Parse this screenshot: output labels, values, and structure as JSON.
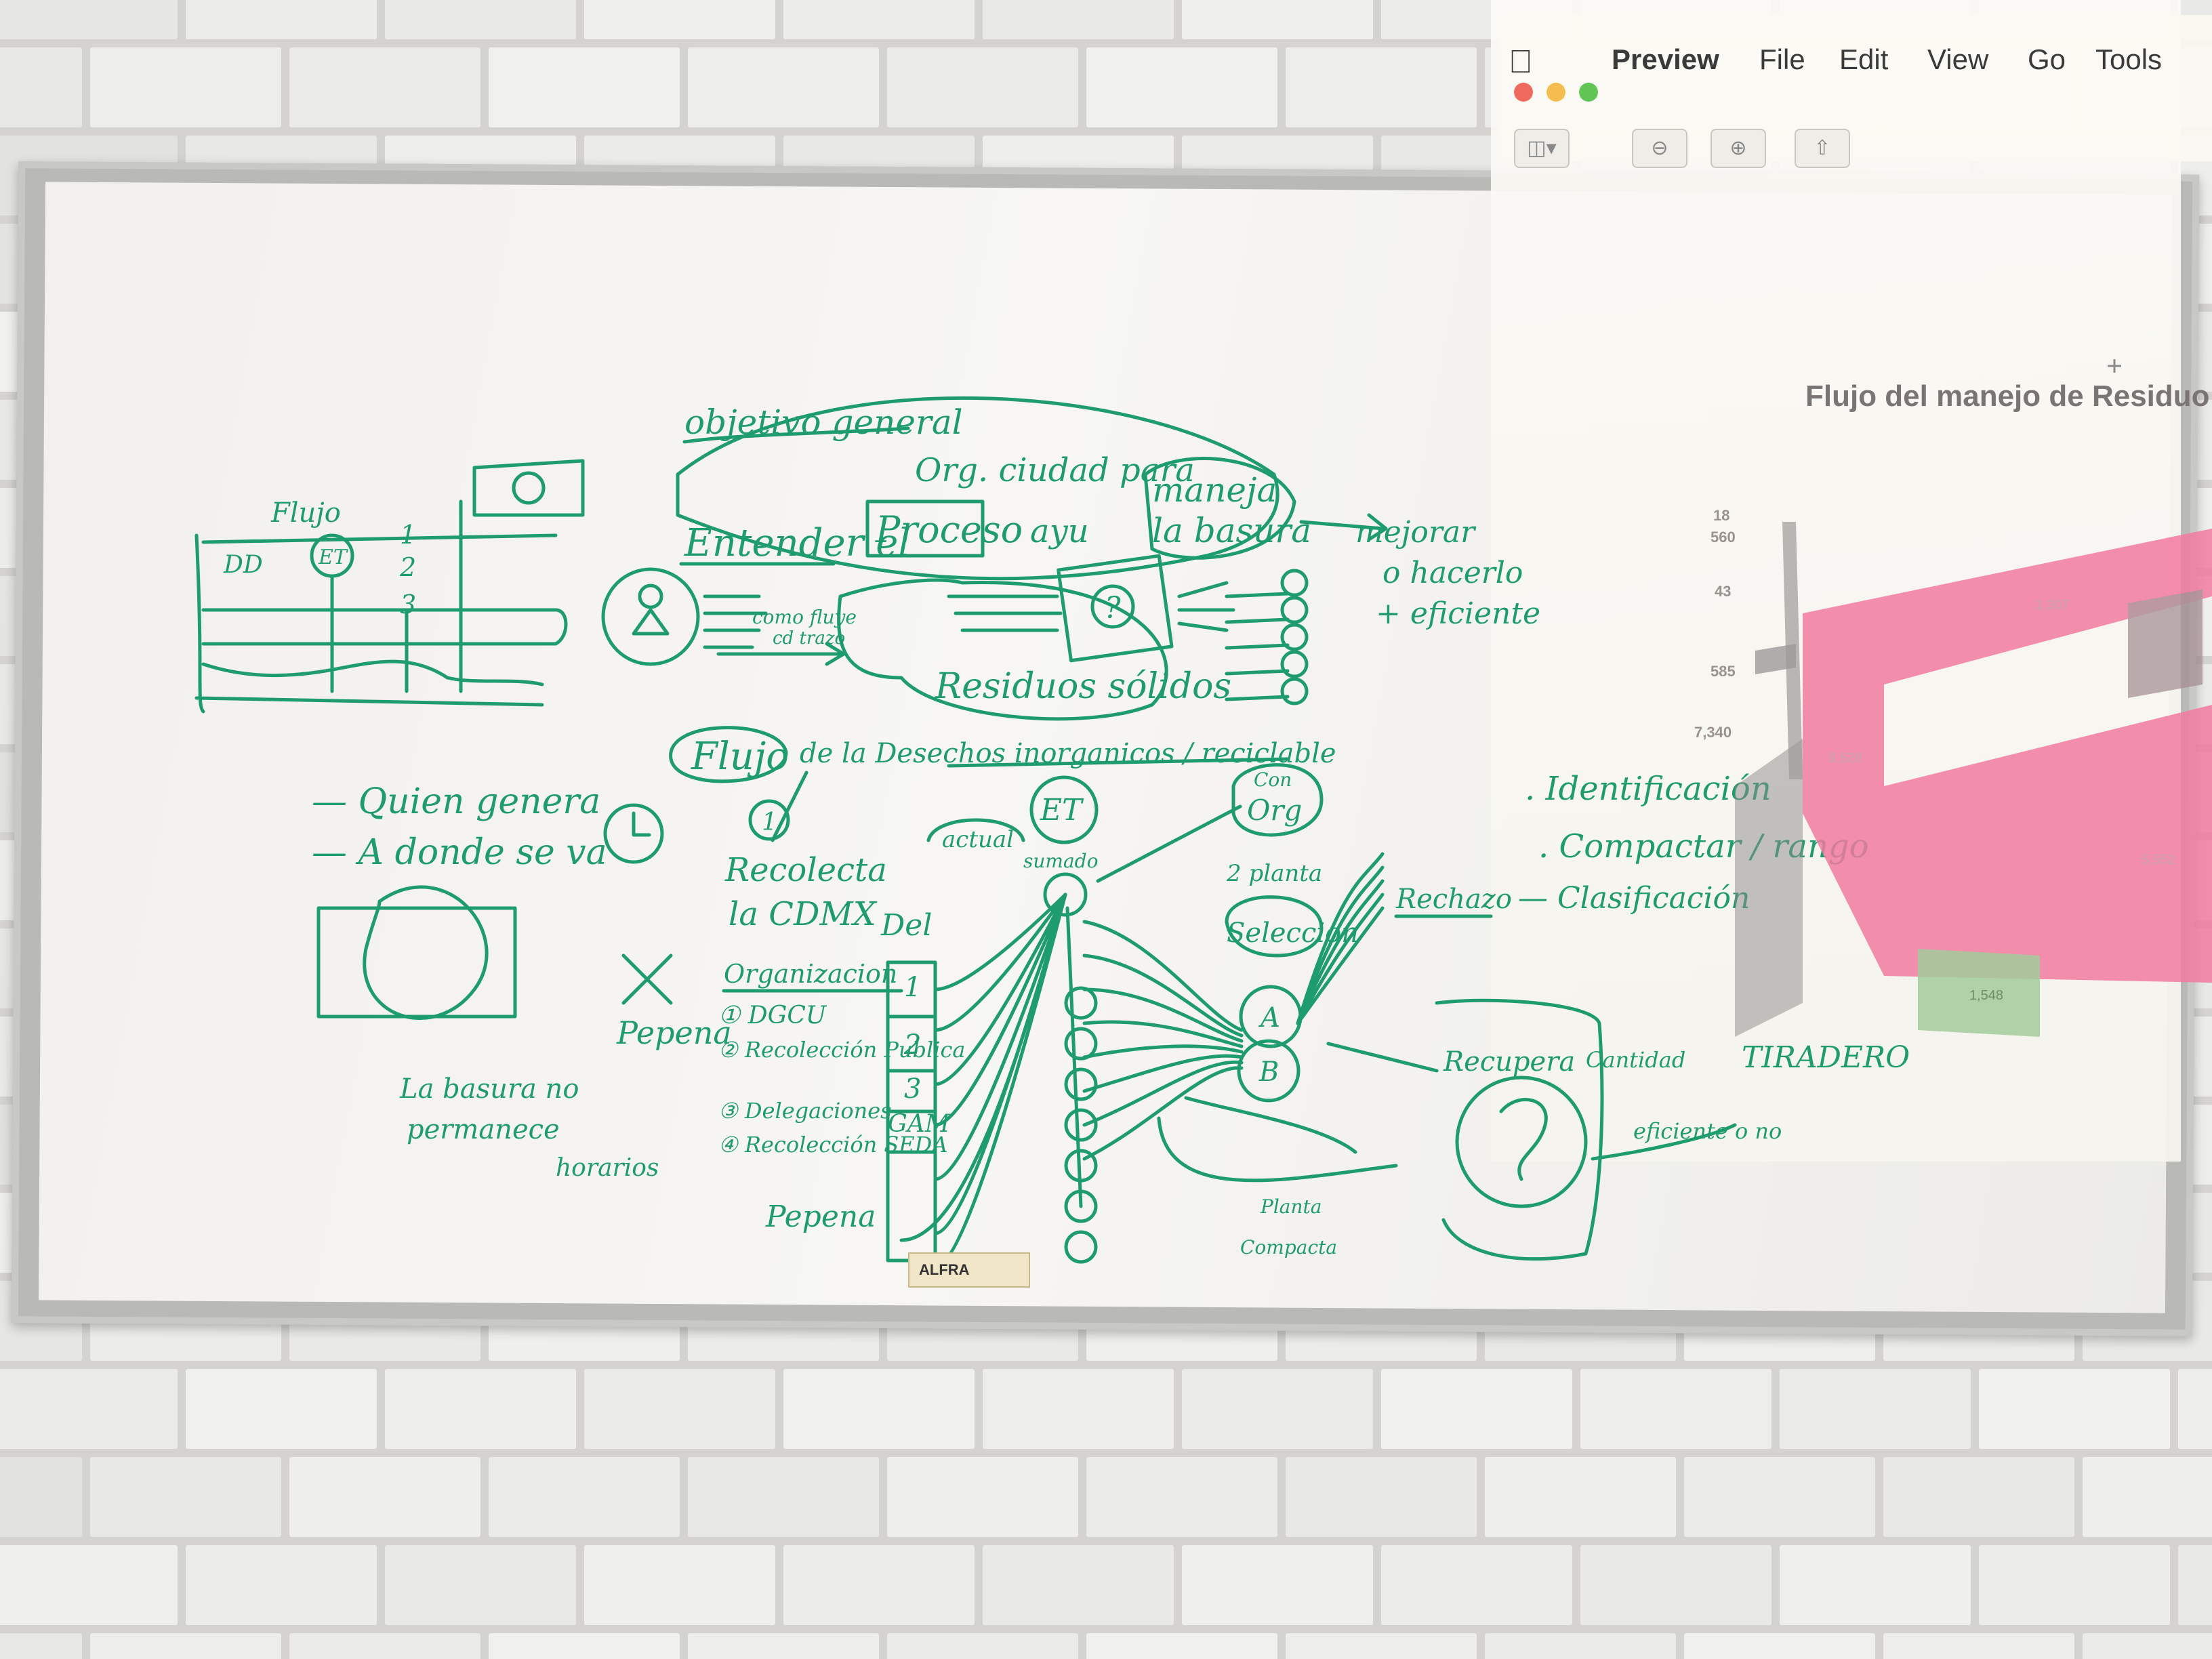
{
  "menu_bar": {
    "items": [
      "Preview",
      "File",
      "Edit",
      "View",
      "Go",
      "Tools"
    ],
    "traffic_lights": [
      "#ee6a5f",
      "#f5bd4f",
      "#61c454"
    ],
    "toolbar_icons": [
      "sidebar-icon",
      "zoom-out-icon",
      "zoom-in-icon",
      "share-icon"
    ]
  },
  "chart": {
    "title": "Flujo del manejo de Residuo",
    "ticks": [
      "18",
      "560",
      "43",
      "585",
      "7,340"
    ],
    "flow_labels": [
      "1,307",
      "8,528",
      "5,552",
      "1,548"
    ],
    "flow_colors": {
      "main": "#f27aa0",
      "side": "#a38b8f",
      "green": "#93c48b",
      "gray": "#8c8a88"
    }
  },
  "whiteboard": {
    "ink_color": "#1f9c6e",
    "heading": "objetivo general",
    "objective": [
      "Org. ciudad para",
      "maneja",
      "la basura"
    ],
    "entender": "Entender el",
    "proceso": "Proceso",
    "ayu": "ayu",
    "mejorar": [
      "→ mejorar",
      "o hacerlo",
      "+ eficiente"
    ],
    "como": [
      "como fluye",
      "cd trazo"
    ],
    "residuos": "Residuos sólidos",
    "flujo": "Flujo",
    "desechos": "→ de la Desechos inorganicos / reciclable",
    "quien": "— Quien genera",
    "donde": "— A donde se va",
    "basura": [
      "La basura no",
      "permanece"
    ],
    "horarios": "horarios",
    "pepena": "Pepena",
    "recolecta": [
      "Recolecta",
      "la CDMX"
    ],
    "del": "Del",
    "organizacion": "Organizacion",
    "orgs": [
      "① DGCU",
      "② Recolección Publica",
      "③ Delegaciones",
      "④ Recolección SEDA"
    ],
    "pepena2": "Pepena",
    "et": "ET",
    "actual": "actual",
    "suma": "sumado",
    "num_boxes": [
      "1",
      "2",
      "3",
      "GAM"
    ],
    "con_org": [
      "Con",
      "Org"
    ],
    "planta": [
      "2 planta",
      "Seleccion"
    ],
    "ab": [
      "A",
      "B"
    ],
    "identificacion": ". Identificación",
    "compactar": ". Compactar / rango",
    "rechazo": "Rechazo",
    "clasificacion": "— Clasificación",
    "recupera": "Recupera",
    "cantidad": "Cantidad",
    "tiradero": "TIRADERO",
    "eficiente": "eficiente o no",
    "flujo_small": "Flujo",
    "dd": "DD",
    "planta_small": [
      "Planta",
      "Compacta"
    ],
    "chart_marks": [
      "1",
      "2",
      "3"
    ]
  },
  "eraser": {
    "brand": "ALFRA"
  }
}
